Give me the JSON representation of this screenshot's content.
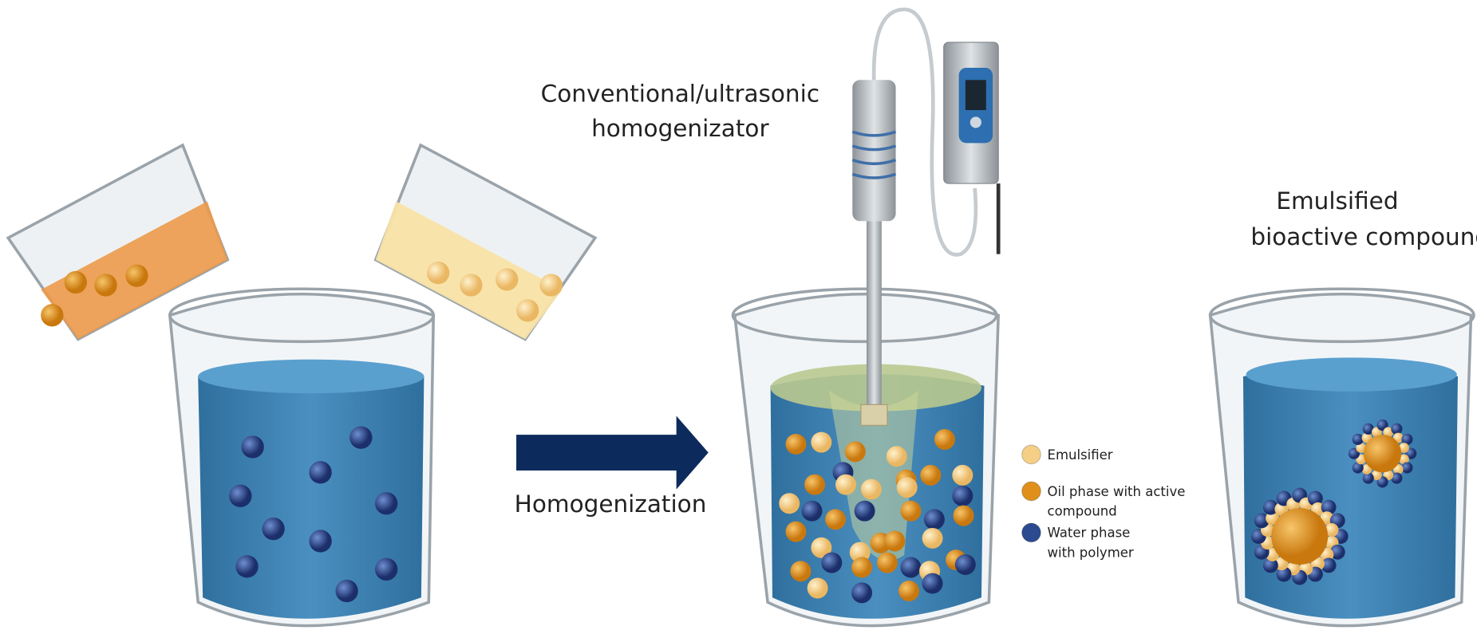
{
  "labels": {
    "homogenizer_line1": "Conventional/ultrasonic",
    "homogenizer_line2": "homogenizator",
    "result_line1": "Emulsified",
    "result_line2": "bioactive compound",
    "process": "Homogenization"
  },
  "legend": [
    {
      "lines": [
        "Emulsifier"
      ],
      "color": "#f6cf86",
      "icon": "emulsifier-particle-icon"
    },
    {
      "lines": [
        "Oil phase with active",
        "compound"
      ],
      "color": "#e0901a",
      "icon": "oil-particle-icon"
    },
    {
      "lines": [
        "Water phase",
        "with polymer"
      ],
      "color": "#2b4a8f",
      "icon": "water-particle-icon"
    }
  ],
  "colors": {
    "water": "#3f86b8",
    "oil_liquid": "#ec9a4a",
    "emulsifier_liquid": "#f8e3a6",
    "arrow": "#0d2a5c",
    "device": "#9da3a8",
    "screen": "#2d6fb0"
  }
}
